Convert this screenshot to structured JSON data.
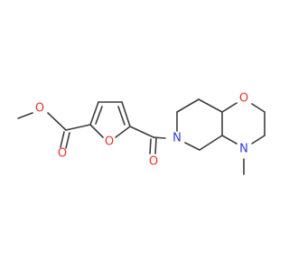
{
  "molecule": {
    "atoms": {
      "o_ester_methoxy": "O",
      "o_ester_carbonyl": "O",
      "o_furan": "O",
      "o_amide": "O",
      "n_amide": "N",
      "o_oxazine": "O",
      "n_methyl": "N"
    },
    "colors": {
      "carbon_bond": "#3c3c3c",
      "oxygen": "#e8342c",
      "nitrogen": "#2f3bd6",
      "background": "#ffffff"
    }
  }
}
